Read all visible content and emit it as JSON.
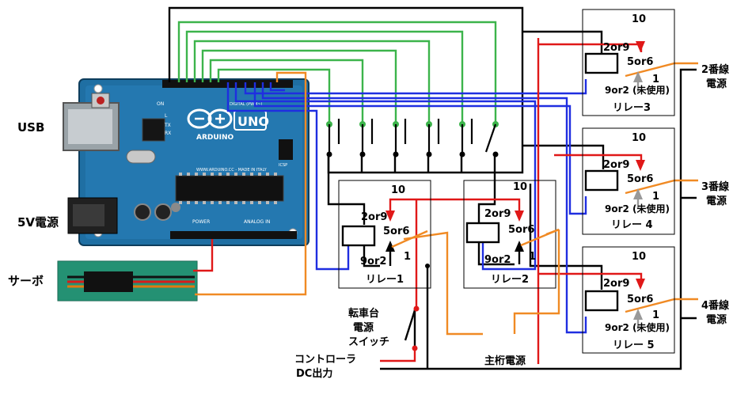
{
  "labels": {
    "usb": "USB",
    "power_5v": "5V電源",
    "servo": "サーボ",
    "turntable_switch": [
      "転車台",
      "電源",
      "スイッチ"
    ],
    "controller_dc": [
      "コントローラ",
      "DC出力"
    ],
    "main_power": "主桁電源",
    "line2_power": [
      "2番線",
      "電源"
    ],
    "line3_power": [
      "3番線",
      "電源"
    ],
    "line4_power": [
      "4番線",
      "電源"
    ]
  },
  "arduino": {
    "board_text": "ARDUINO",
    "uno_text": "UNO",
    "power_text": "POWER",
    "analog_text": "ANALOG IN",
    "url_text": "WWW.ARDUINO.CC - MADE IN ITALY",
    "digital_text": "DIGITAL (PWM~)",
    "tx_text": "TX",
    "rx_text": "RX",
    "l_text": "L",
    "on_text": "ON",
    "icsp_text": "ICSP"
  },
  "relays": [
    {
      "name": "リレー1",
      "top": "10",
      "coil": "2or9",
      "nc": "5or6",
      "com": "1",
      "no": "9or2"
    },
    {
      "name": "リレー2",
      "top": "10",
      "coil": "2or9",
      "nc": "5or6",
      "com": "1",
      "no": "9or2"
    },
    {
      "name": "リレー3",
      "top": "10",
      "coil": "2or9",
      "nc": "5or6",
      "com": "1",
      "no": "9or2 (未使用)"
    },
    {
      "name": "リレー 4",
      "top": "10",
      "coil": "2or9",
      "nc": "5or6",
      "com": "1",
      "no": "9or2 (未使用)"
    },
    {
      "name": "リレー 5",
      "top": "10",
      "coil": "2or9",
      "nc": "5or6",
      "com": "1",
      "no": "9or2 (未使用)"
    }
  ],
  "colors": {
    "green_wire": "#3cb44b",
    "blue_wire": "#1f2ee0",
    "red_wire": "#e01818",
    "orange_wire": "#f08a24",
    "black_wire": "#000000",
    "gray_arrow": "#999999",
    "board": "#1f6fa3"
  }
}
